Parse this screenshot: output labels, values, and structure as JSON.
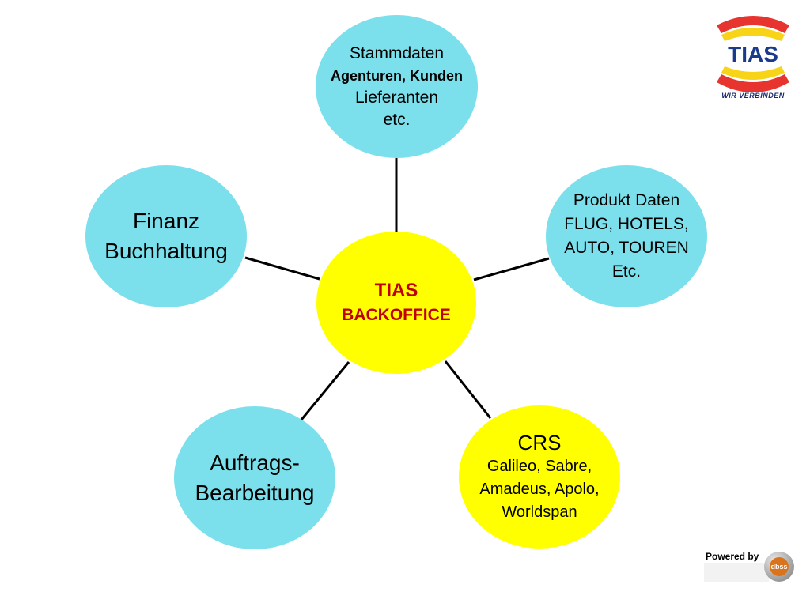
{
  "center": {
    "line1": "TIAS",
    "line2": "BACKOFFICE"
  },
  "stammdaten": {
    "line1": "Stammdaten",
    "line2": "Agenturen, Kunden",
    "line3": "Lieferanten",
    "line4": "etc."
  },
  "produkt": {
    "line1": "Produkt Daten",
    "line2": "FLUG, HOTELS,",
    "line3": "AUTO, TOUREN",
    "line4": "Etc."
  },
  "finanz": {
    "line1": "Finanz",
    "line2": "Buchhaltung"
  },
  "auftrag": {
    "line1": "Auftrags-",
    "line2": "Bearbeitung"
  },
  "crs": {
    "line1": "CRS",
    "line2": "Galileo, Sabre,",
    "line3": "Amadeus, Apolo,",
    "line4": "Worldspan"
  },
  "logo": {
    "wordmark": "TIAS",
    "tagline": "WIR VERBINDEN"
  },
  "footer": {
    "powered_by": "Powered by",
    "badge": "dbss"
  },
  "colors": {
    "node_fill": "#7be0ec",
    "center_fill": "#ffff00",
    "center_text": "#c00000"
  }
}
